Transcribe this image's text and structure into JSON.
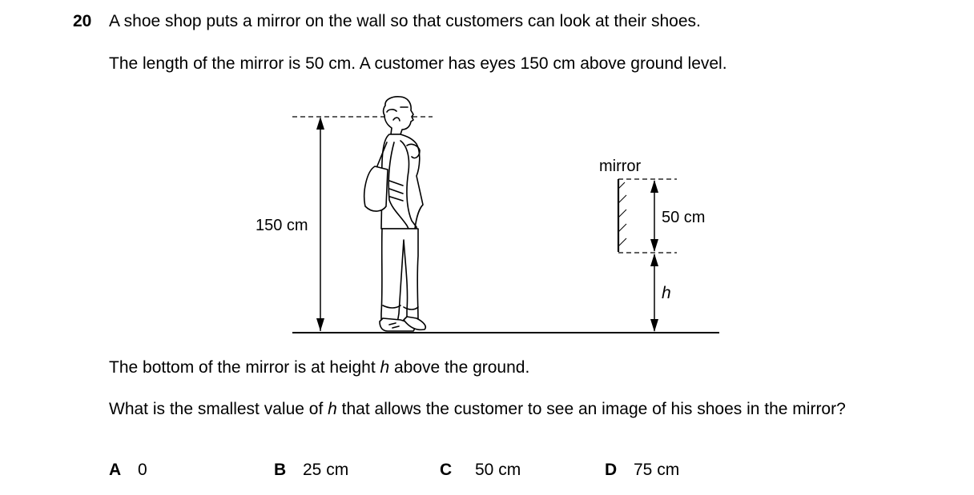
{
  "question": {
    "number": "20",
    "line1": "A shoe shop puts a mirror on the wall so that customers can look at their shoes.",
    "line2": "The length of the mirror is 50 cm. A customer has eyes 150 cm above ground level.",
    "line3_prefix": "The bottom of the mirror is at height ",
    "line3_var": "h",
    "line3_suffix": " above the ground.",
    "line4_prefix": "What is the smallest value of ",
    "line4_var": "h",
    "line4_suffix": " that allows the customer to see an image of his shoes in the mirror?"
  },
  "diagram": {
    "eye_height_label": "150 cm",
    "mirror_label": "mirror",
    "mirror_length_label": "50 cm",
    "height_var": "h"
  },
  "options": [
    {
      "letter": "A",
      "value": "0"
    },
    {
      "letter": "B",
      "value": "25 cm"
    },
    {
      "letter": "C",
      "value": "50 cm"
    },
    {
      "letter": "D",
      "value": "75 cm"
    }
  ]
}
